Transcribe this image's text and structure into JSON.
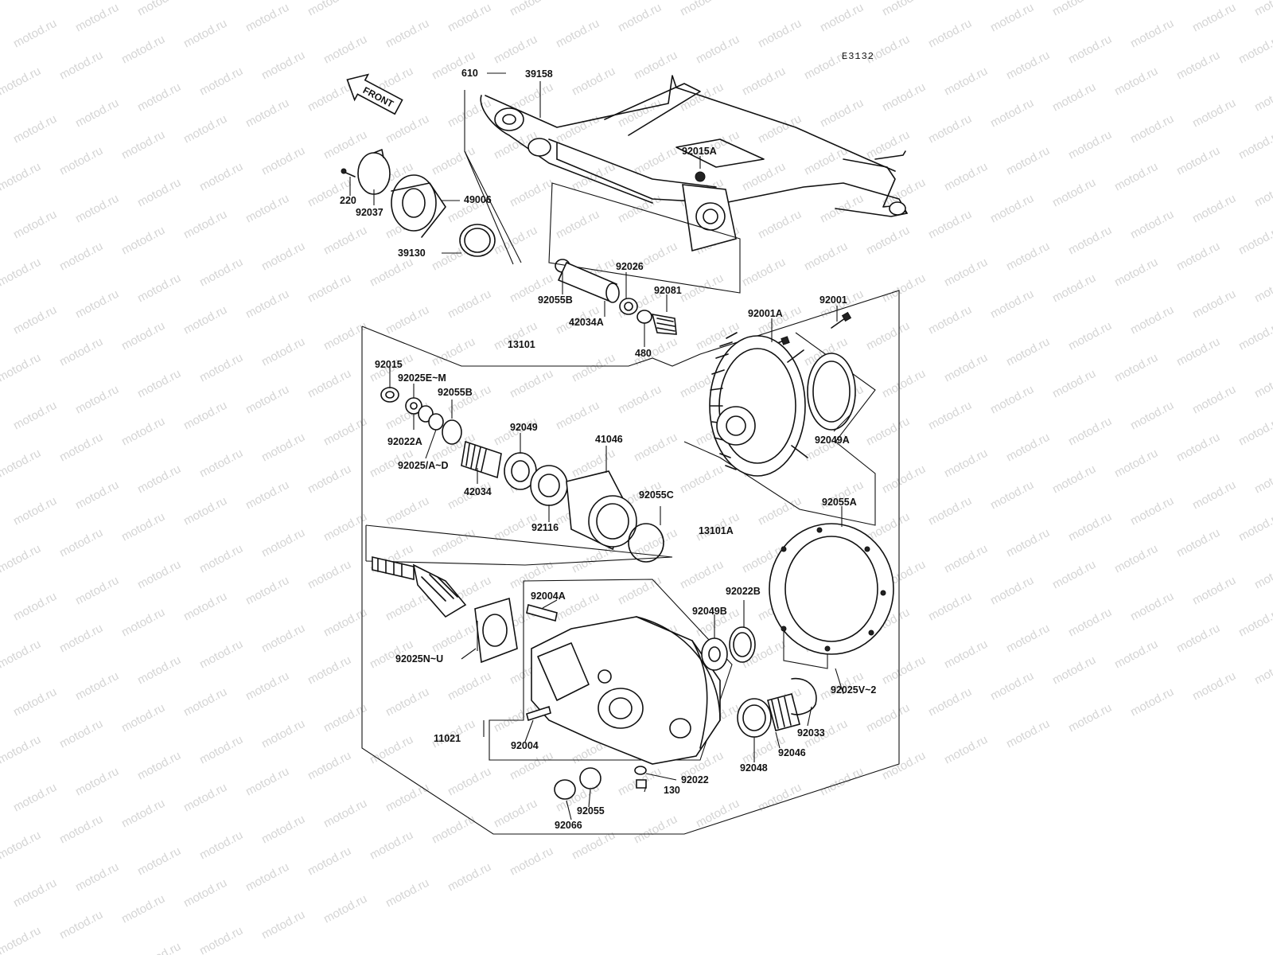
{
  "diagram_code": "E3132",
  "front_arrow": "FRONT",
  "watermark": "motod.ru",
  "parts": {
    "p610": "610",
    "p39158": "39158",
    "p92015A": "92015A",
    "p220": "220",
    "p49006": "49006",
    "p92037": "92037",
    "p39130": "39130",
    "p92026": "92026",
    "p92081": "92081",
    "p92055B_top": "92055B",
    "p42034A": "42034A",
    "p480": "480",
    "p92001A": "92001A",
    "p92001": "92001",
    "p13101": "13101",
    "p92015": "92015",
    "p92025EM": "92025E~M",
    "p92055B": "92055B",
    "p92022A": "92022A",
    "p92049": "92049",
    "p41046": "41046",
    "p92049A": "92049A",
    "p92025AD": "92025/A~D",
    "p42034": "42034",
    "p92055C": "92055C",
    "p92116": "92116",
    "p13101A": "13101A",
    "p92055A": "92055A",
    "p92004A": "92004A",
    "p92022B": "92022B",
    "p92049B": "92049B",
    "p92025NU": "92025N~U",
    "p92025V2": "92025V~2",
    "p92033": "92033",
    "p11021": "11021",
    "p92004": "92004",
    "p92046": "92046",
    "p92048": "92048",
    "p92022": "92022",
    "p130": "130",
    "p92055": "92055",
    "p92066": "92066"
  }
}
